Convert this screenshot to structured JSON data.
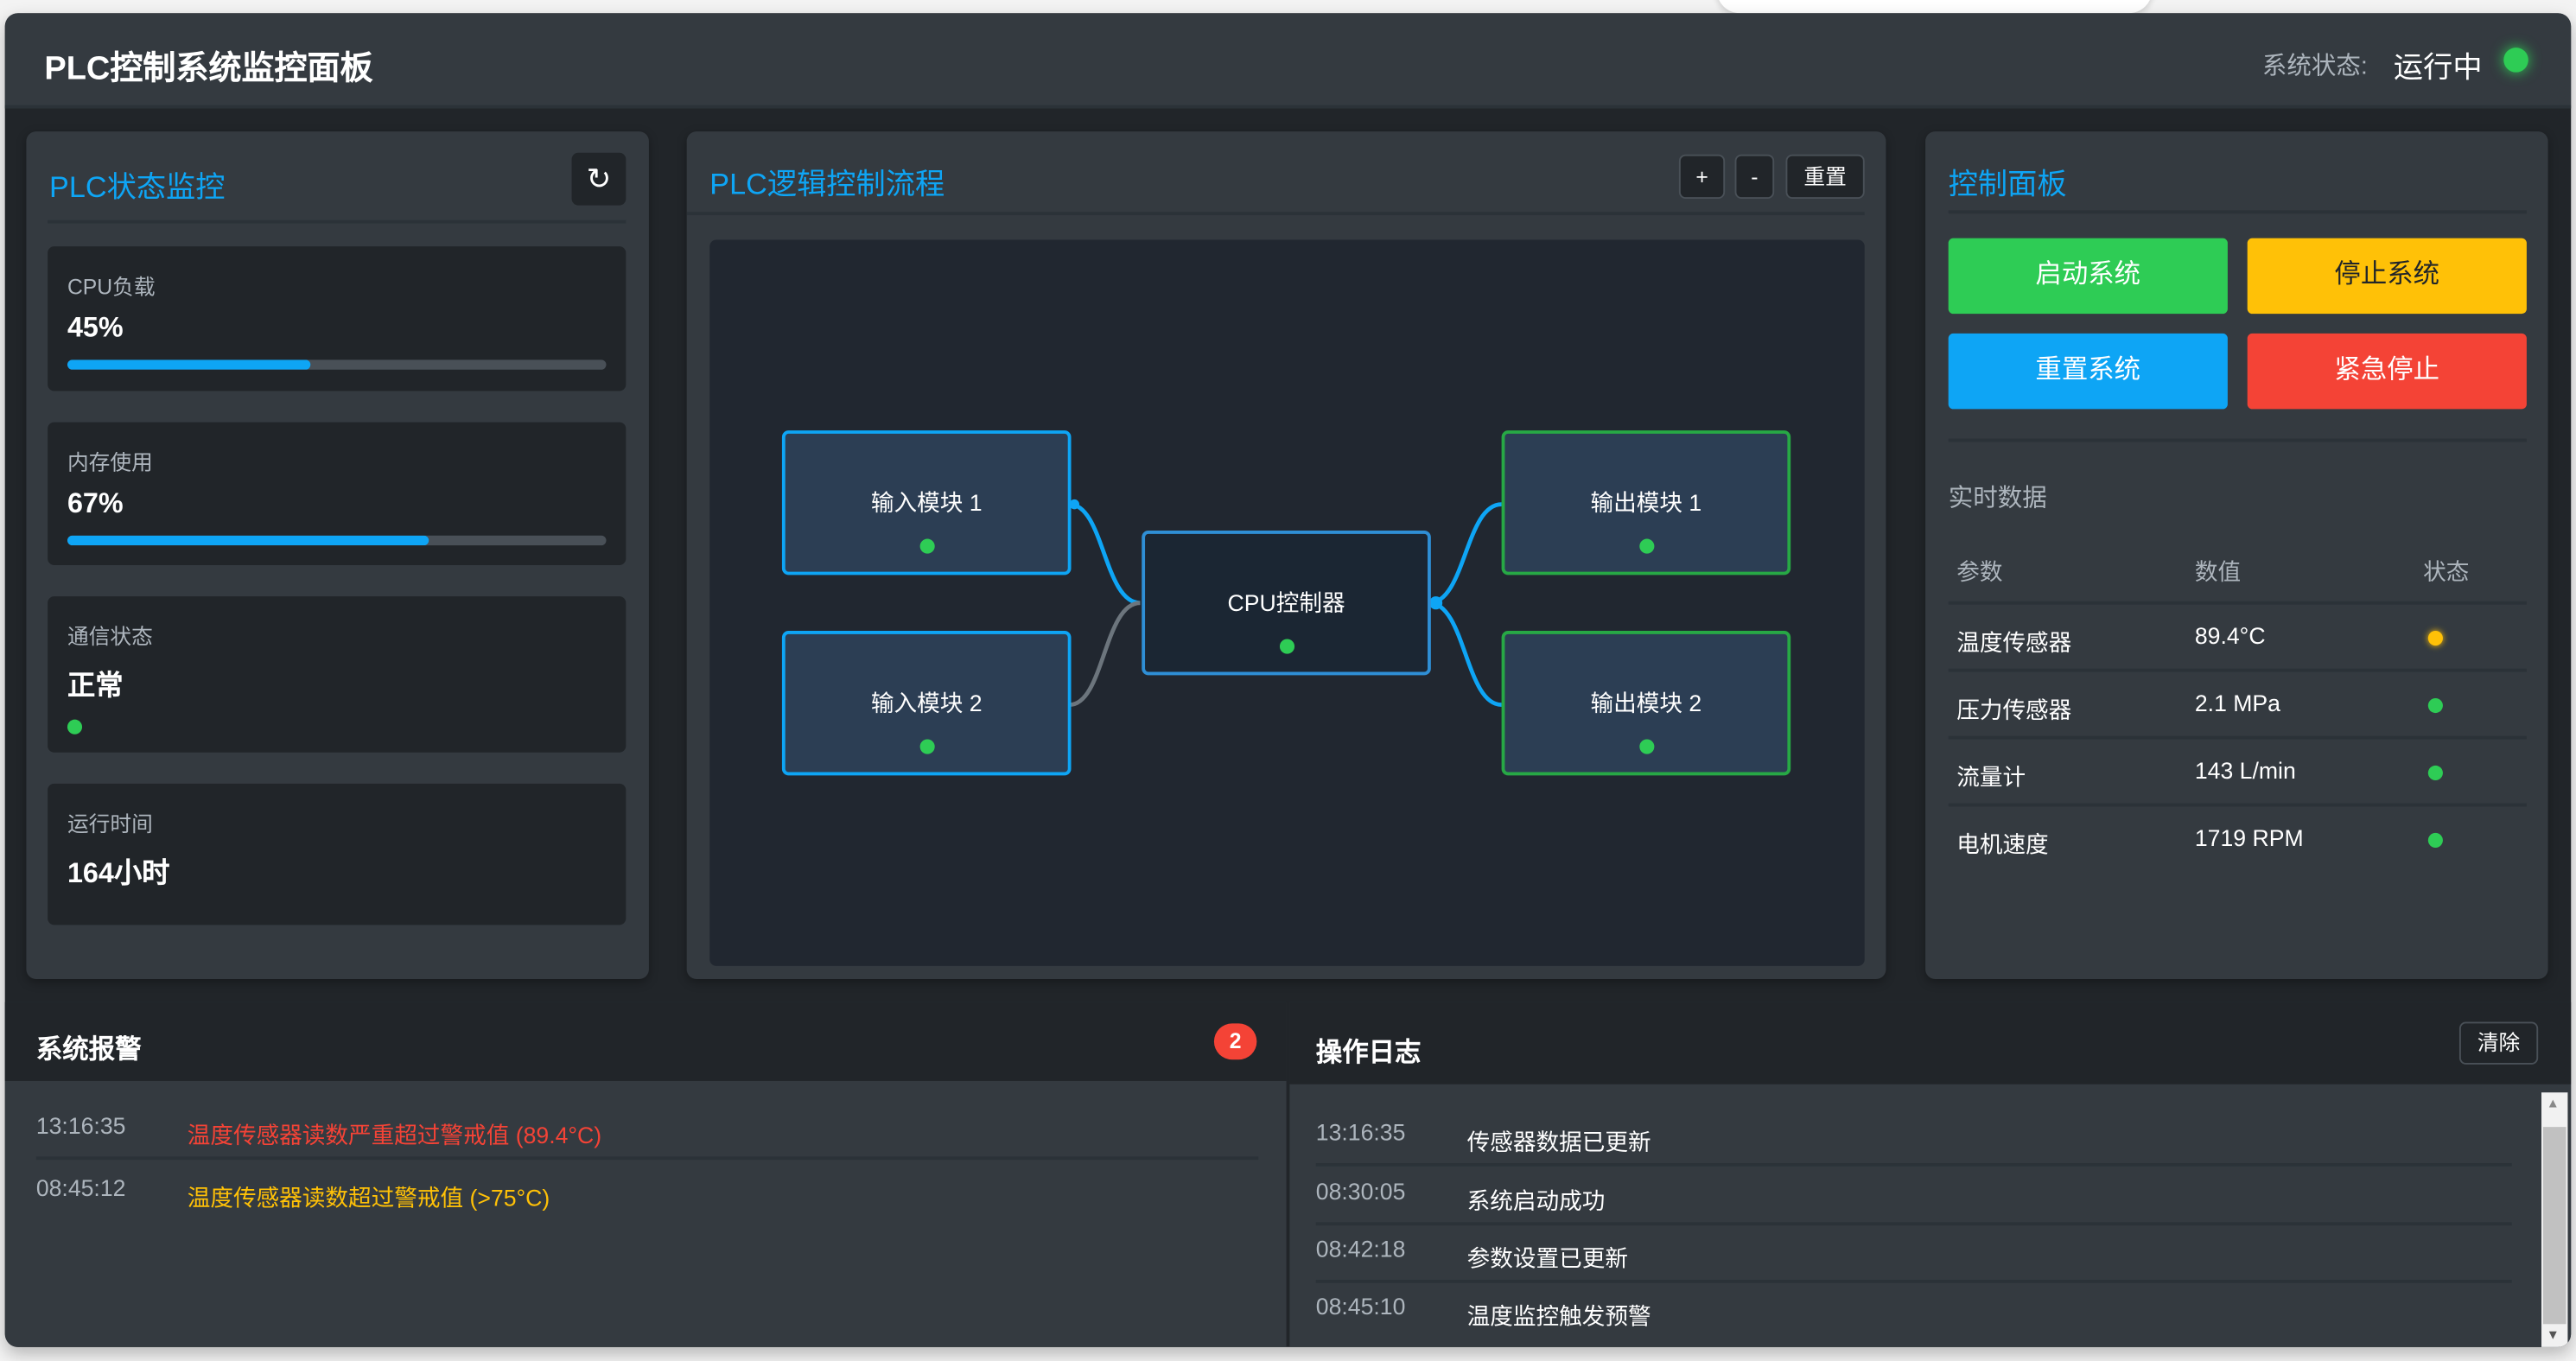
{
  "header": {
    "title": "PLC控制系统监控面板",
    "status_label": "系统状态:",
    "status_value": "运行中",
    "status_color": "#2ecc55"
  },
  "status_panel": {
    "title": "PLC状态监控",
    "refresh_icon": "refresh-icon",
    "cards": [
      {
        "label": "CPU负载",
        "value": "45%",
        "progress": 45
      },
      {
        "label": "内存使用",
        "value": "67%",
        "progress": 67
      },
      {
        "label": "通信状态",
        "value": "正常"
      },
      {
        "label": "运行时间",
        "value": "164小时"
      }
    ]
  },
  "flow_panel": {
    "title": "PLC逻辑控制流程",
    "zoom_in": "+",
    "zoom_out": "-",
    "reset": "重置",
    "nodes": {
      "in1": "输入模块 1",
      "in2": "输入模块 2",
      "cpu": "CPU控制器",
      "out1": "输出模块 1",
      "out2": "输出模块 2"
    }
  },
  "control_panel": {
    "title": "控制面板",
    "buttons": {
      "start": "启动系统",
      "stop": "停止系统",
      "reset": "重置系统",
      "emergency": "紧急停止"
    },
    "realtime_title": "实时数据",
    "columns": [
      "参数",
      "数值",
      "状态"
    ],
    "rows": [
      {
        "param": "温度传感器",
        "value": "89.4°C",
        "status": "warning"
      },
      {
        "param": "压力传感器",
        "value": "2.1 MPa",
        "status": "ok"
      },
      {
        "param": "流量计",
        "value": "143 L/min",
        "status": "ok"
      },
      {
        "param": "电机速度",
        "value": "1719 RPM",
        "status": "ok"
      }
    ]
  },
  "alarms": {
    "title": "系统报警",
    "count": "2",
    "items": [
      {
        "time": "13:16:35",
        "message": "温度传感器读数严重超过警戒值 (89.4°C)",
        "level": "critical"
      },
      {
        "time": "08:45:12",
        "message": "温度传感器读数超过警戒值 (>75°C)",
        "level": "warning"
      }
    ]
  },
  "logs": {
    "title": "操作日志",
    "clear": "清除",
    "items": [
      {
        "time": "13:16:35",
        "message": "传感器数据已更新"
      },
      {
        "time": "08:30:05",
        "message": "系统启动成功"
      },
      {
        "time": "08:42:18",
        "message": "参数设置已更新"
      },
      {
        "time": "08:45:10",
        "message": "温度监控触发预警"
      }
    ]
  },
  "colors": {
    "accent": "#0ea5f5",
    "ok": "#2ecc55",
    "warning": "#ffc107",
    "danger": "#f44336"
  }
}
